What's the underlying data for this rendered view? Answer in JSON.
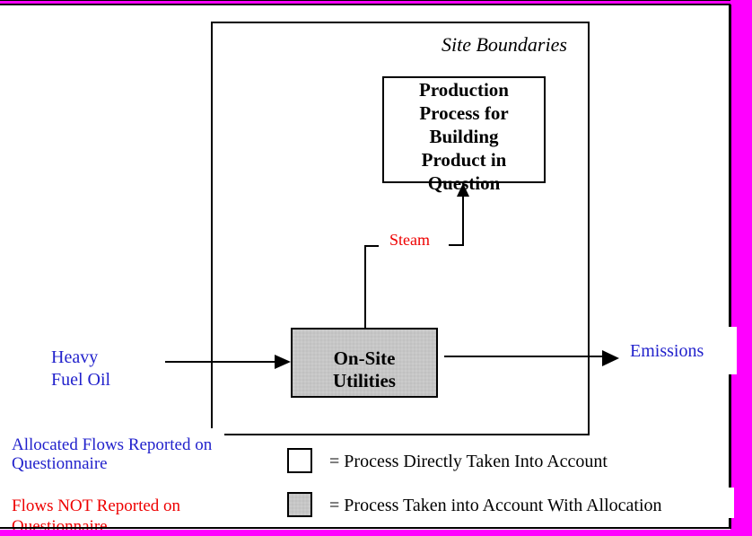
{
  "colors": {
    "border_magenta": "#ff00ff",
    "text_blue": "#2222cc",
    "text_red": "#ee0000",
    "box_gray_fill": "#c6c6c6",
    "line_black": "#000000"
  },
  "diagram": {
    "site_boundaries_label": "Site Boundaries",
    "production_box_lines": [
      "Production",
      "Process for",
      "Building",
      "Product in",
      "Question"
    ],
    "onsite_utilities_lines": [
      "On-Site",
      "Utilities"
    ],
    "steam_label": "Steam",
    "heavy_fuel_oil_lines": [
      "Heavy",
      "Fuel Oil"
    ],
    "emissions_label": "Emissions"
  },
  "legend": {
    "allocated_flows_lines": [
      "Allocated Flows Reported on",
      "Questionnaire"
    ],
    "flows_not_reported_lines": [
      "Flows NOT Reported on",
      "Questionnaire"
    ],
    "white_swatch_label": "= Process Directly Taken Into Account",
    "gray_swatch_label": "= Process Taken into Account With Allocation"
  }
}
